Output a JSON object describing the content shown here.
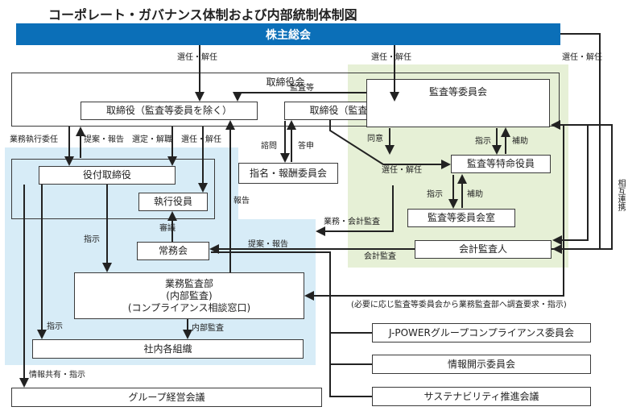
{
  "title": "コーポレート・ガバナンス体制および内部統制体制図",
  "nodes": {
    "shareholders": "株主総会",
    "board": "取締役会",
    "directors_ex_audit": "取締役（監査等委員を除く）",
    "directors_audit": "取締役（監査等委員）",
    "audit_committee": "監査等委員会",
    "audit_special_officer": "監査等特命役員",
    "audit_committee_office": "監査等委員会室",
    "accounting_auditor": "会計監査人",
    "nomination_committee": "指名・報酬委員会",
    "executive_directors": "役付取締役",
    "executive_officers": "執行役員",
    "executive_meeting": "常務会",
    "internal_audit": "業務監査部\n(内部監査)\n(コンプライアンス相談窓口)",
    "internal_orgs": "社内各組織",
    "compliance_committee": "J-POWERグループコンプライアンス委員会",
    "disclosure_committee": "情報開示委員会",
    "sustainability_committee": "サステナビリティ推進会議",
    "group_management": "グループ経営会議"
  },
  "labels": {
    "elect_dismiss_1": "選任・解任",
    "elect_dismiss_2": "選任・解任",
    "elect_dismiss_3": "選任・解任",
    "audit_etc": "監査等",
    "business_delegation": "業務執行委任",
    "proposal_report_1": "提案・報告",
    "appoint_dismiss": "選定・解職",
    "elect_dismiss_4": "選任・解任",
    "inquiry": "諮問",
    "answer": "答申",
    "consent": "同意",
    "instruction_1": "指示",
    "assist_1": "補助",
    "elect_dismiss_5": "選任・解任",
    "instruction_2": "指示",
    "assist_2": "補助",
    "mutual_coordination": "相互連携",
    "business_accounting_audit": "業務・会計監査",
    "accounting_audit": "会計監査",
    "proposal_report_2": "提案・報告",
    "report": "報告",
    "deliberation": "審議",
    "instruction_3": "指示",
    "instruction_4": "指示",
    "internal_audit_label": "内部監査",
    "info_share": "情報共有・指示",
    "request_note": "(必要に応じ監査等委員会から業務監査部へ調査要求・指示)"
  }
}
